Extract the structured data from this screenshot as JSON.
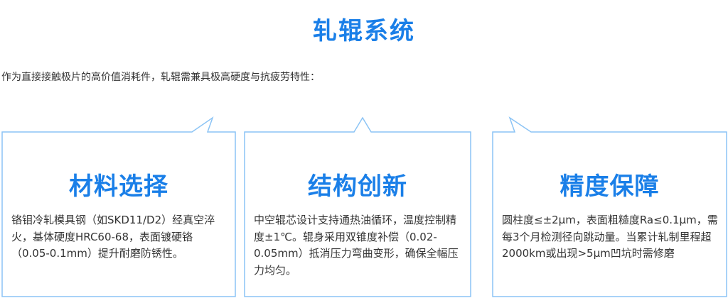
{
  "header": {
    "title": "轧辊系统",
    "intro": "作为直接接触极片的高价值消耗件，轧辊需兼具极高硬度与抗疲劳特性："
  },
  "cards": [
    {
      "title": "材料选择",
      "body": "铬钼冷轧模具钢（如SKD11/D2）经真空淬火，基体硬度HRC60-68，表面镀硬铬（0.05-0.1mm）提升耐磨防锈性。"
    },
    {
      "title": "结构创新",
      "body": "中空辊芯设计支持通热油循环，温度控制精度±1℃。辊身采用双锥度补偿（0.02-0.05mm）抵消压力弯曲变形，确保全幅压力均匀。"
    },
    {
      "title": "精度保障",
      "body": "圆柱度≤±2μm，表面粗糙度Ra≤0.1μm，需每3个月检测径向跳动量。当累计轧制里程超2000km或出现>5μm凹坑时需修磨"
    }
  ],
  "colors": {
    "accent": "#1a7fe8",
    "border": "#8cc4f5"
  }
}
